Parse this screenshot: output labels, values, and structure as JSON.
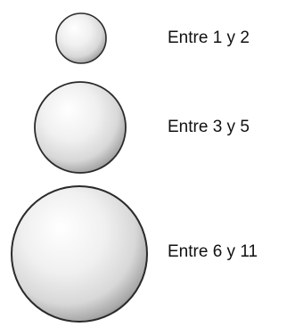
{
  "legend": {
    "items": [
      {
        "label": "Entre 1 y 2"
      },
      {
        "label": "Entre 3 y 5"
      },
      {
        "label": "Entre 6 y 11"
      }
    ],
    "symbol": "sphere",
    "colors": {
      "sphere_highlight": "#ffffff",
      "sphere_mid": "#e2e2e2",
      "sphere_shadow": "#8c8c8c",
      "outline": "#2a2a2a",
      "text": "#111111"
    }
  }
}
